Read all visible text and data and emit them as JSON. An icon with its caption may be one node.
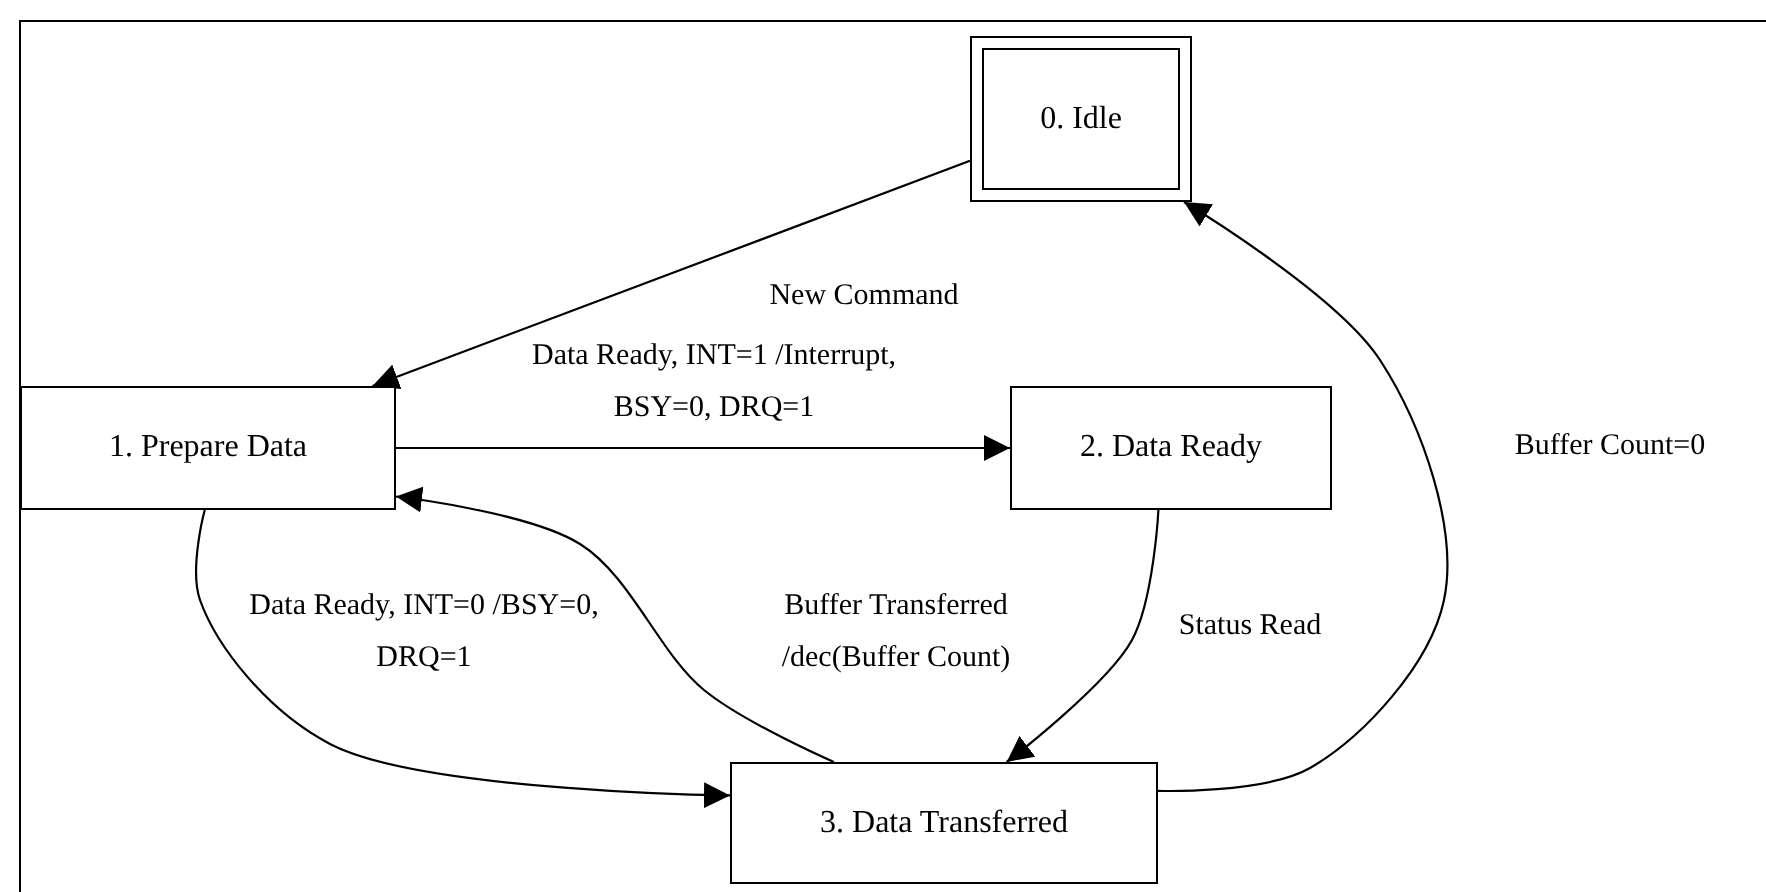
{
  "diagram": {
    "nodes": [
      {
        "text": [
          "0. Idle"
        ]
      },
      {
        "text": [
          "1. Prepare Data"
        ]
      },
      {
        "text": [
          "2. Data Ready"
        ]
      },
      {
        "text": [
          "3. Data Transferred"
        ]
      }
    ],
    "edges": [
      {
        "from": 0,
        "to": 1,
        "arrow": "to",
        "label": "New Command"
      },
      {
        "from": 1,
        "to": 2,
        "arrow": "to",
        "label": "Data Ready, INT=1 /Interrupt, BSY=0, DRQ=1"
      },
      {
        "from": 2,
        "to": 3,
        "arrow": "to",
        "label": "Status Read"
      },
      {
        "from": 1,
        "to": 3,
        "arrow": "to",
        "label": "Data Ready, INT=0 /BSY=0, DRQ=1"
      },
      {
        "from": 3,
        "to": 1,
        "arrow": "to",
        "label": "Buffer Transferred /dec(Buffer Count)"
      },
      {
        "from": 3,
        "to": 0,
        "arrow": "to",
        "label": "Buffer Count=0"
      }
    ]
  }
}
